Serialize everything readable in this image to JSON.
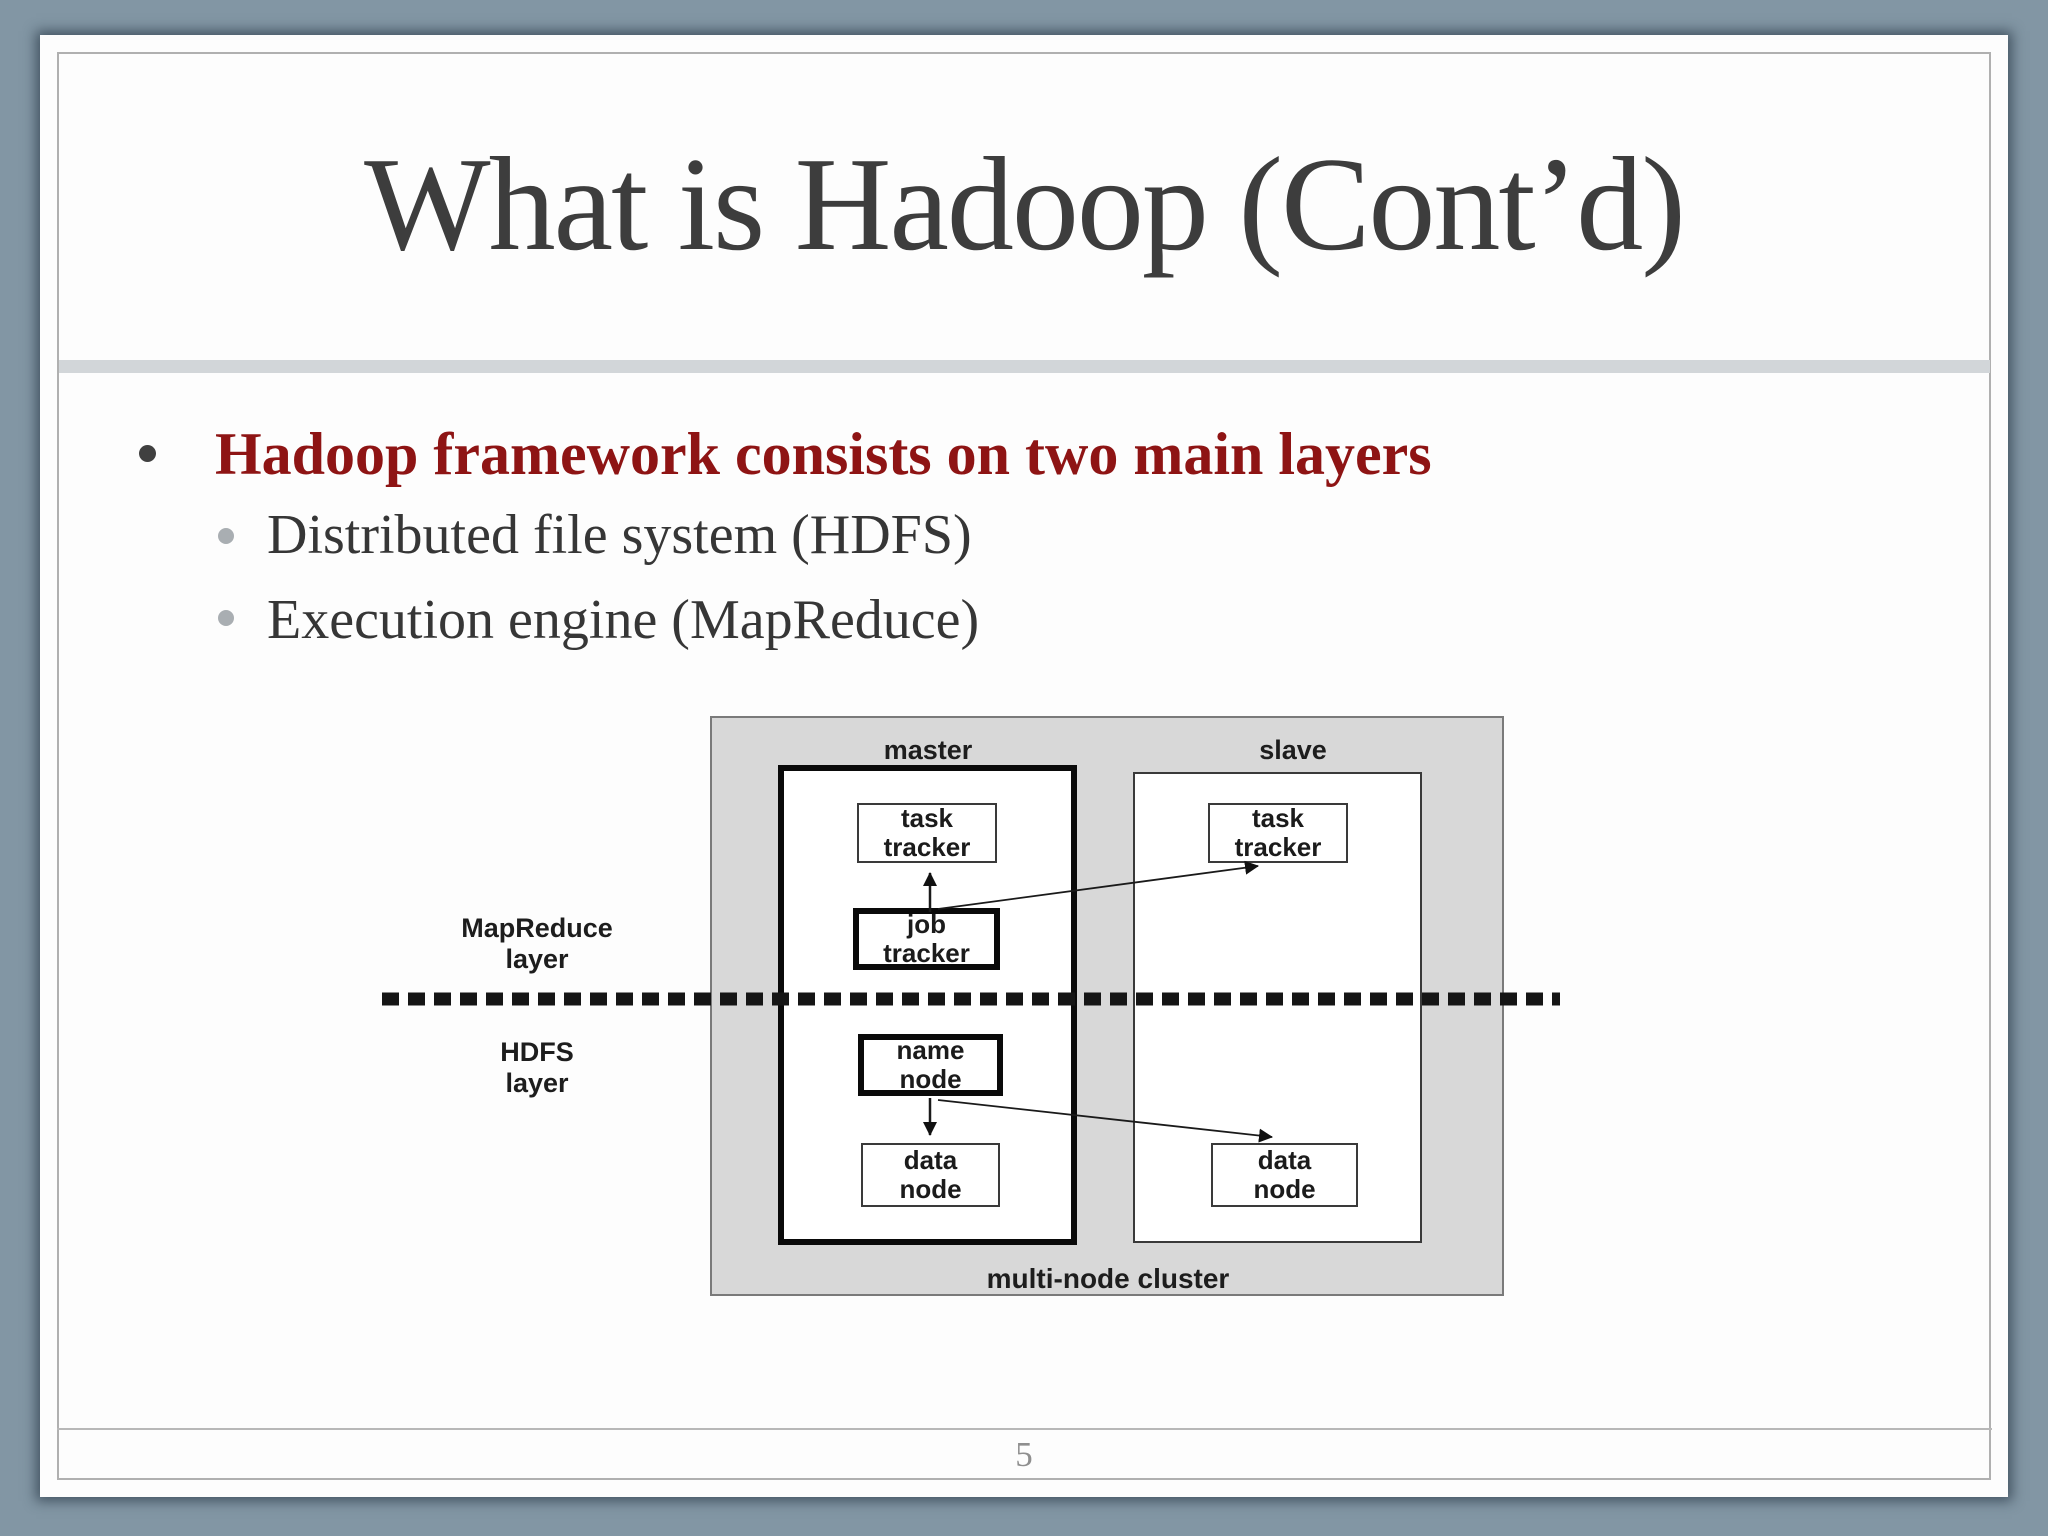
{
  "title": "What is Hadoop (Cont’d)",
  "bullets": {
    "heading": "Hadoop framework consists on two main layers",
    "items": [
      "Distributed file system (HDFS)",
      "Execution engine (MapReduce)"
    ]
  },
  "diagram": {
    "column_labels": {
      "master": "master",
      "slave": "slave"
    },
    "nodes": {
      "master_task": {
        "line1": "task",
        "line2": "tracker"
      },
      "master_job": {
        "line1": "job",
        "line2": "tracker"
      },
      "master_name": {
        "line1": "name",
        "line2": "node"
      },
      "master_data": {
        "line1": "data",
        "line2": "node"
      },
      "slave_task": {
        "line1": "task",
        "line2": "tracker"
      },
      "slave_data": {
        "line1": "data",
        "line2": "node"
      }
    },
    "layer_labels": {
      "mapreduce": {
        "line1": "MapReduce",
        "line2": "layer"
      },
      "hdfs": {
        "line1": "HDFS",
        "line2": "layer"
      }
    },
    "caption": "multi-node cluster"
  },
  "footer": {
    "page_number": "5"
  },
  "colors": {
    "background": "#8296a4",
    "heading_red": "#8e1414",
    "title_gray": "#3d3d3d",
    "diagram_fill": "#d8d8d8",
    "divider_band": "#d2d6d9"
  }
}
